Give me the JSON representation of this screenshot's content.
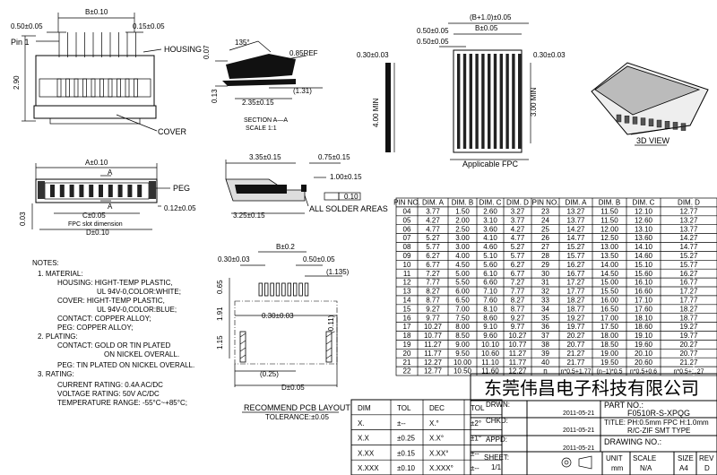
{
  "front_view": {
    "b_dim": "B±0.10",
    "pitch": "0.50±0.05",
    "lead_w": "0.15±0.05",
    "pin1": "Pin 1",
    "housing": "HOUSING",
    "cover": "COVER",
    "height": "2.90"
  },
  "section": {
    "angle": "135°",
    "ref": "0.85REF",
    "h1": "0.07",
    "h2": "0.13",
    "d1": "(1.31)",
    "d2": "2.35±0.15",
    "title": "SECTION A—A",
    "scale": "SCALE 1:1"
  },
  "fpc": {
    "bp1": "(B+1.0)±0.05",
    "bw": "B±0.05",
    "pitch": "0.50±0.05",
    "pitch2": "0.50±0.05",
    "t1": "0.30±0.03",
    "t2": "0.30±0.03",
    "len": "4.00 MIN",
    "len2": "3.00 MIN",
    "caption": "Applicable FPC"
  },
  "view3d": "3D VIEW",
  "top_view": {
    "a": "A±0.10",
    "a_mark_top": "A",
    "a_mark_bot": "A",
    "peg": "PEG",
    "height": "0.03",
    "cdim": "C±0.05",
    "slot": "FPC slot dimension",
    "ddim": "D±0.10",
    "peg_dim": "0.12±0.05"
  },
  "side_view": {
    "w1": "3.35±0.15",
    "w2": "0.75±0.15",
    "w3": "1.00±0.15",
    "w4": "3.25±0.15",
    "flat": "0.10",
    "note": "ALL SOLDER AREAS"
  },
  "pcb": {
    "b": "B±0.2",
    "p1": "0.30±0.03",
    "p2": "0.50±0.05",
    "d1": "(1.135)",
    "h1": "0.65",
    "h2": "1.91",
    "h3": "1.15",
    "c30": "0.30±0.03",
    "c11": "(0.11)",
    "c25": "(0.25)",
    "ddim": "D±0.05",
    "title": "RECOMMEND PCB LAYOUT",
    "tol": "TOLERANCE:±0.05"
  },
  "notes": [
    "NOTES:",
    "1. MATERIAL:",
    "HOUSING: HIGHT-TEMP PLASTIC,",
    "UL 94V-0,COLOR:WHITE;",
    "COVER: HIGHT-TEMP PLASTIC,",
    "UL 94V-0,COLOR:BLUE;",
    "CONTACT: COPPER ALLOY;",
    "PEG: COPPER ALLOY;",
    "2. PLATING:",
    "CONTACT: GOLD OR TIN PLATED",
    "ON NICKEL OVERALL.",
    "PEG: TIN PLATED ON NICKEL OVERALL.",
    "3. RATING:",
    "CURRENT RATING: 0.4A AC/DC",
    "VOLTAGE RATING: 50V AC/DC",
    "TEMPERATURE RANGE: -55°C~+85°C;"
  ],
  "pin_table": {
    "headers": [
      "PIN NO.",
      "DIM. A",
      "DIM. B",
      "DIM. C",
      "DIM. D",
      "PIN NO.",
      "DIM. A",
      "DIM. B",
      "DIM. C",
      "DIM. D"
    ],
    "rows": [
      [
        "04",
        "3.77",
        "1.50",
        "2.60",
        "3.27",
        "23",
        "13.27",
        "11.50",
        "12.10",
        "12.77"
      ],
      [
        "05",
        "4.27",
        "2.00",
        "3.10",
        "3.77",
        "24",
        "13.77",
        "11.50",
        "12.60",
        "13.27"
      ],
      [
        "06",
        "4.77",
        "2.50",
        "3.60",
        "4.27",
        "25",
        "14.27",
        "12.00",
        "13.10",
        "13.77"
      ],
      [
        "07",
        "5.27",
        "3.00",
        "4.10",
        "4.77",
        "26",
        "14.77",
        "12.50",
        "13.60",
        "14.27"
      ],
      [
        "08",
        "5.77",
        "3.00",
        "4.60",
        "5.27",
        "27",
        "15.27",
        "13.00",
        "14.10",
        "14.77"
      ],
      [
        "09",
        "6.27",
        "4.00",
        "5.10",
        "5.77",
        "28",
        "15.77",
        "13.50",
        "14.60",
        "15.27"
      ],
      [
        "10",
        "6.77",
        "4.50",
        "5.60",
        "6.27",
        "29",
        "16.27",
        "14.00",
        "15.10",
        "15.77"
      ],
      [
        "11",
        "7.27",
        "5.00",
        "6.10",
        "6.77",
        "30",
        "16.77",
        "14.50",
        "15.60",
        "16.27"
      ],
      [
        "12",
        "7.77",
        "5.50",
        "6.60",
        "7.27",
        "31",
        "17.27",
        "15.00",
        "16.10",
        "16.77"
      ],
      [
        "13",
        "8.27",
        "6.00",
        "7.10",
        "7.77",
        "32",
        "17.77",
        "15.50",
        "16.60",
        "17.27"
      ],
      [
        "14",
        "8.77",
        "6.50",
        "7.60",
        "8.27",
        "33",
        "18.27",
        "16.00",
        "17.10",
        "17.77"
      ],
      [
        "15",
        "9.27",
        "7.00",
        "8.10",
        "8.77",
        "34",
        "18.77",
        "16.50",
        "17.60",
        "18.27"
      ],
      [
        "16",
        "9.77",
        "7.50",
        "8.60",
        "9.27",
        "35",
        "19.27",
        "17.00",
        "18.10",
        "18.77"
      ],
      [
        "17",
        "10.27",
        "8.00",
        "9.10",
        "9.77",
        "36",
        "19.77",
        "17.50",
        "18.60",
        "19.27"
      ],
      [
        "18",
        "10.77",
        "8.50",
        "9.60",
        "10.27",
        "37",
        "20.27",
        "18.00",
        "19.10",
        "19.77"
      ],
      [
        "19",
        "11.27",
        "9.00",
        "10.10",
        "10.77",
        "38",
        "20.77",
        "18.50",
        "19.60",
        "20.27"
      ],
      [
        "20",
        "11.77",
        "9.50",
        "10.60",
        "11.27",
        "39",
        "21.27",
        "19.00",
        "20.10",
        "20.77"
      ],
      [
        "21",
        "12.27",
        "10.00",
        "11.10",
        "11.77",
        "40",
        "21.77",
        "19.50",
        "20.60",
        "21.27"
      ],
      [
        "22",
        "12.77",
        "10.50",
        "11.60",
        "12.27",
        "n",
        "n*0.5+1.77",
        "(n−1)*0.5",
        "n*0.5+0.6",
        "n*0.5+1.27"
      ]
    ]
  },
  "tol_table": {
    "headers": [
      "DIM",
      "TOL",
      "DEC",
      "TOL"
    ],
    "rows": [
      [
        "X.",
        "±--",
        "X.°",
        "±2°"
      ],
      [
        "X.X",
        "±0.25",
        "X.X°",
        "±1°"
      ],
      [
        "X.XX",
        "±0.15",
        "X.XX°",
        "±--"
      ],
      [
        "X.XXX",
        "±0.10",
        "X.XXX°",
        "±--"
      ]
    ]
  },
  "title_block": {
    "company": "东莞伟昌电子科技有限公司",
    "drwn_label": "DRWN:",
    "drwn_date": "2011-05-21",
    "chkd_label": "CHKD:",
    "chkd_date": "2011-05-21",
    "appd_label": "APPD:",
    "appd_date": "2011-05-21",
    "part_label": "PART NO.:",
    "part_no": "F0510R-S-XPQG",
    "title_label": "TITLE:",
    "title_1": "PH:0.5mm FPC H:1.0mm",
    "title_2": "R/C-ZIF SMT TYPE",
    "drawing_label": "DRAWING NO.:",
    "sheet_label": "SHEET:",
    "sheet_val": "1/1",
    "unit_label": "UNIT",
    "unit_val": "mm",
    "scale_label": "SCALE",
    "scale_val": "N/A",
    "size_label": "SIZE",
    "size_val": "A4",
    "rev_label": "REV",
    "rev_val": "D"
  }
}
